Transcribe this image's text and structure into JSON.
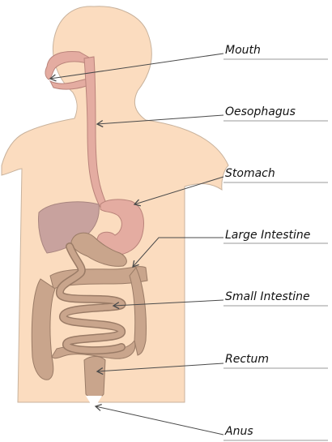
{
  "labels": {
    "mouth": "Mouth",
    "oesophagus": "Oesophagus",
    "stomach": "Stomach",
    "large_intestine": "Large Intestine",
    "small_intestine": "Small Intestine",
    "rectum": "Rectum",
    "anus": "Anus"
  },
  "colors": {
    "skin": "#fbdcbf",
    "skin_outline": "#c8b29c",
    "digestive_tract": "#e4aca1",
    "digestive_outline": "#b9837a",
    "liver": "#c8a29e",
    "intestine": "#c9a58c",
    "intestine_outline": "#9a7b66",
    "pointer_line": "#4a4a4a",
    "answer_line": "#9a9a9a"
  }
}
